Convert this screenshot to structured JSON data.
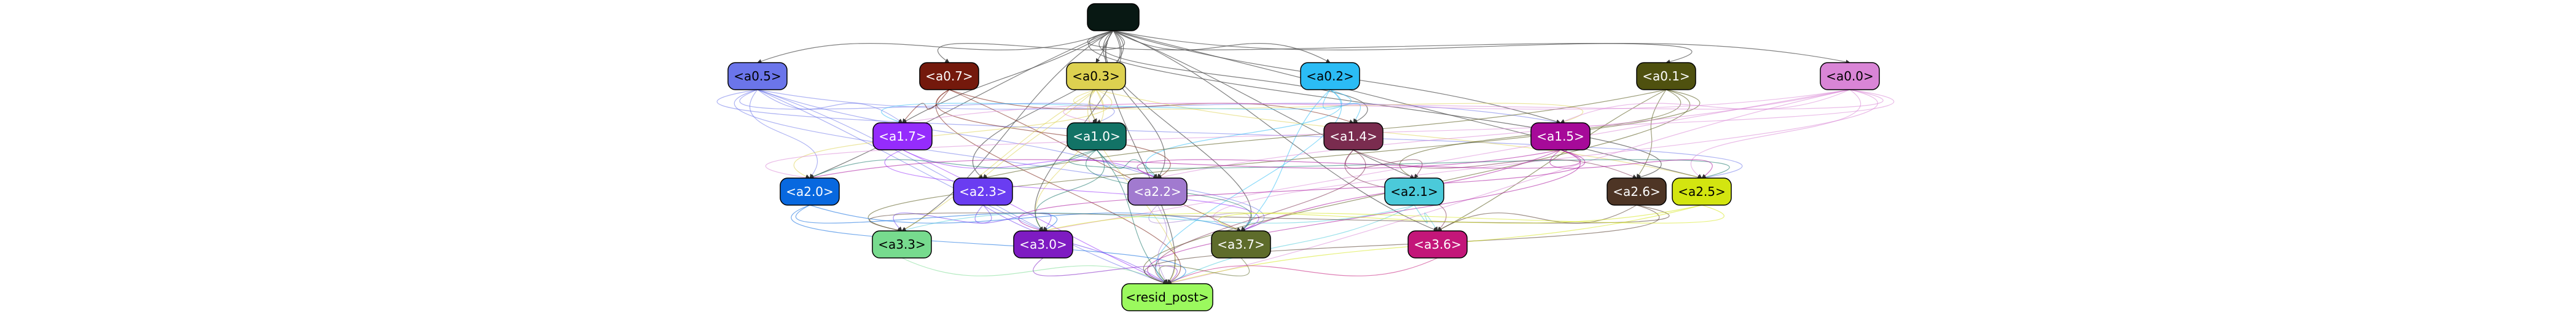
{
  "graph": {
    "root": {
      "id": "root",
      "label": "",
      "fill": "#081813",
      "text": "#ffffff"
    },
    "nodes": [
      {
        "id": "a0.5",
        "label": "<a0.5>",
        "fill": "#6b75ea",
        "text": "#000000"
      },
      {
        "id": "a0.7",
        "label": "<a0.7>",
        "fill": "#74190c",
        "text": "#ffffff"
      },
      {
        "id": "a0.3",
        "label": "<a0.3>",
        "fill": "#ddd150",
        "text": "#000000"
      },
      {
        "id": "a0.2",
        "label": "<a0.2>",
        "fill": "#2bbcf5",
        "text": "#000000"
      },
      {
        "id": "a0.1",
        "label": "<a0.1>",
        "fill": "#4f510f",
        "text": "#ffffff"
      },
      {
        "id": "a0.0",
        "label": "<a0.0>",
        "fill": "#d985d6",
        "text": "#000000"
      },
      {
        "id": "a1.7",
        "label": "<a1.7>",
        "fill": "#952cfc",
        "text": "#ffffff"
      },
      {
        "id": "a1.0",
        "label": "<a1.0>",
        "fill": "#127366",
        "text": "#ffffff"
      },
      {
        "id": "a1.4",
        "label": "<a1.4>",
        "fill": "#7a2c4f",
        "text": "#ffffff"
      },
      {
        "id": "a1.5",
        "label": "<a1.5>",
        "fill": "#a60a99",
        "text": "#ffffff"
      },
      {
        "id": "a2.0",
        "label": "<a2.0>",
        "fill": "#0868df",
        "text": "#ffffff"
      },
      {
        "id": "a2.3",
        "label": "<a2.3>",
        "fill": "#6a3df1",
        "text": "#ffffff"
      },
      {
        "id": "a2.2",
        "label": "<a2.2>",
        "fill": "#a17acf",
        "text": "#ffffff"
      },
      {
        "id": "a2.1",
        "label": "<a2.1>",
        "fill": "#4bcada",
        "text": "#000000"
      },
      {
        "id": "a2.6",
        "label": "<a2.6>",
        "fill": "#4e3525",
        "text": "#ffffff"
      },
      {
        "id": "a2.5",
        "label": "<a2.5>",
        "fill": "#d3e510",
        "text": "#000000"
      },
      {
        "id": "a3.3",
        "label": "<a3.3>",
        "fill": "#77db8e",
        "text": "#000000"
      },
      {
        "id": "a3.0",
        "label": "<a3.0>",
        "fill": "#7e1bc2",
        "text": "#ffffff"
      },
      {
        "id": "a3.7",
        "label": "<a3.7>",
        "fill": "#5e6c2b",
        "text": "#ffffff"
      },
      {
        "id": "a3.6",
        "label": "<a3.6>",
        "fill": "#c31679",
        "text": "#ffffff"
      },
      {
        "id": "resid",
        "label": "<resid_post>",
        "fill": "#9bf95e",
        "text": "#000000"
      }
    ]
  }
}
